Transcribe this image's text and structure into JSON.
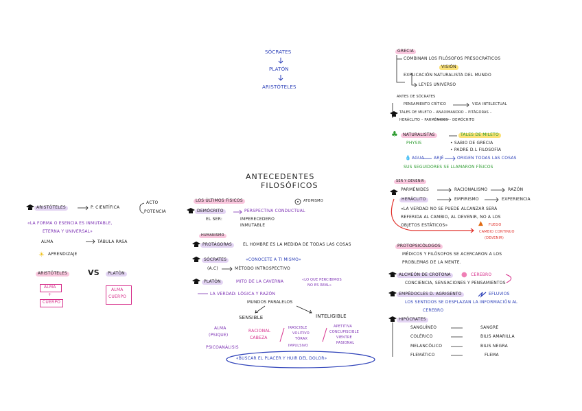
{
  "header": {
    "socrates": "SÓCRATES",
    "platon": "PLATÓN",
    "aristoteles": "ARISTÓTELES"
  },
  "antecedentes": {
    "title1": "ANTECEDENTES",
    "title2": "FILOSÓFICOS",
    "ultimos": "LOS ÚLTIMOS FÍSICOS",
    "atomismo": "ATOMISMO",
    "democrito": "DEMÓCRITO",
    "democrito_arrow": "PERSPECTIVA CONDUCTUAL",
    "el_ser": "EL SER:",
    "imperecedero": "IMPERECEDERO",
    "inmutable": "INMUTABLE",
    "humanismo": "HUMANISMO",
    "protagoras": "PROTÁGORAS",
    "protagoras_text": "EL HOMBRE ES LA MEDIDA DE TODAS LAS COSAS",
    "socrates": "SÓCRATES",
    "socrates_quote": "«CONOCETE A TI MISMO»",
    "socrates_ac": "(A.C)",
    "socrates_metodo": "MÉTODO INTROSPECTIVO",
    "platon": "PLATÓN",
    "caverna": "MITO DE LA CAVERNA",
    "caverna_quote1": "«LO QUE PERCIBIMOS",
    "caverna_quote2": "NO ES REAL»",
    "verdad": "LA VERDAD: LÓGICA Y RAZÓN",
    "mundos": "MUNDOS PARALELOS",
    "sensible": "SENSIBLE",
    "inteligible": "INTELIGIBLE",
    "alma": "ALMA",
    "psique": "(PSIQUE)",
    "racional": "RACIONAL",
    "cabeza": "CABEZA",
    "irascible": "IRASCIBLE",
    "volitivo": "VOLITIVO",
    "torax": "TÓRAX",
    "impulsivo": "IMPULSIVO",
    "apetitiva": "APETITIVA",
    "concupiscible": "CONCUPISCIBLE",
    "vientre": "VIENTRE",
    "pasional": "PASIONAL",
    "psicoanalisis": "PSICOANÁLISIS",
    "buscar": "«BUSCAR EL PLACER Y HUIR DEL DOLOR»"
  },
  "aristoteles_block": {
    "name": "ARISTÓTELES",
    "arrow_text": "P. CIENTÍFICA",
    "acto": "ACTO",
    "potencia": "POTENCIA",
    "quote1": "«LA FORMA O ESENCIA ES INMUTABLE,",
    "quote2": "ETERNA Y UNIVERSAL»",
    "alma": "ALMA",
    "tabula": "TÁBULA RASA",
    "aprendizaje": "APRENDIZAJE",
    "vs_left": "ARISTÓTELES",
    "vs": "VS",
    "vs_right": "PLATÓN",
    "left_box1": "ALMA",
    "left_plus": "+",
    "left_box2": "CUERPO",
    "right_box1": "ALMA",
    "right_box2": "CUERPO"
  },
  "right": {
    "grecia": "GRECIA",
    "g1": "COMBINAN LOS FILÓSOFOS PRESOCRÁTICOS",
    "g2": "VISIÓN",
    "g3": "EXPLICACIÓN NATURALISTA DEL MUNDO",
    "g4": "LEYES UNIVERSO",
    "antes1": "ANTES DE SÓCRATES",
    "antes2": "PENSAMIENTO CRÍTICO",
    "antes3": "VIDA INTELECTUAL",
    "tales_line": "TALES DE MILETO – ANAXIMANDRO – PITÁGORAS –",
    "heraclito_line": "HERÁCLITO – PARMÉNIDES – DEMÓCRITO",
    "naturalistas": "NATURALISTAS",
    "tales": "TALES DE MILETO",
    "physis": "PHYSIS",
    "sabio": "SABIO DE GRECIA",
    "padre": "PADRE D.L FILOSOFÍA",
    "agua": "AGUA",
    "arje": "ARJÉ",
    "origen": "ORIGEN TODAS LAS COSAS",
    "seguidores": "SUS SEGUIDORES SE LLAMARON FÍSICOS",
    "ser_devenir": "SER Y DEVENIR",
    "parmenides": "PARMÉNIDES",
    "racionalismo": "RACIONALISMO",
    "razon": "RAZÓN",
    "heraclito": "HERÁCLITO",
    "empirismo": "EMPIRISMO",
    "experiencia": "EXPERIENCIA",
    "verdad1": "«LA VERDAD NO SE PUEDE ALCANZAR SERÁ",
    "verdad2": "REFERIDA AL CAMBIO, AL DEVENIR, NO A LOS",
    "verdad3": "OBJETOS ESTÁTICOS»",
    "fuego": "FUEGO",
    "cambio": "CAMBIO CONTINUO",
    "devenir": "(DEVENIR)",
    "protopsicologos": "PROTOPSICÓLOGOS",
    "medicos1": "MÉDICOS Y FILÓSOFOS SE ACERCARON A LOS",
    "medicos2": "PROBLEMAS DE LA MENTE.",
    "alcmeon": "ALCMEÓN DE CROTONA",
    "cerebro": "CEREBRO",
    "alcmeon_text": "CONCIENCIA, SENSACIONES Y PENSAMIENTOS",
    "empedocles": "EMPÉDOCLES D. AGRIGENTO",
    "efluvios": "EFLUVIOS",
    "empedocles_text1": "LOS SENTIDOS SE DESPLAZAN LA INFORMACIÓN AL",
    "empedocles_text2": "CEREBRO",
    "hipocrates": "HIPÓCRATES",
    "humors": [
      {
        "temp": "SANGUÍNEO",
        "humor": "SANGRE"
      },
      {
        "temp": "COLÉRICO",
        "humor": "BILIS AMARILLA"
      },
      {
        "temp": "MELANCÓLICO",
        "humor": "BILIS NEGRA"
      },
      {
        "temp": "FLEMÁTICO",
        "humor": "FLEMA"
      }
    ]
  }
}
